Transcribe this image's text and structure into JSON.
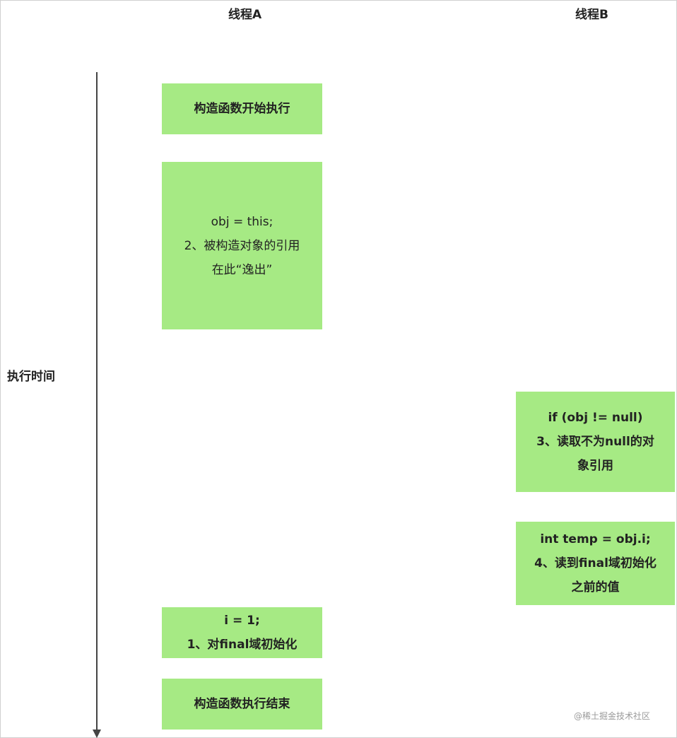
{
  "headers": {
    "thread_a": "线程A",
    "thread_b": "线程B"
  },
  "timeline": {
    "label": "执行时间"
  },
  "thread_a": {
    "ctor_start": "构造函数开始执行",
    "escape": {
      "line1": "obj = this;",
      "line2": "2、被构造对象的引用",
      "line3": "在此“逸出”"
    },
    "final_init": {
      "line1": "i = 1;",
      "line2": "1、对final域初始化"
    },
    "ctor_end": "构造函数执行结束"
  },
  "thread_b": {
    "read_obj": {
      "line1": "if (obj != null)",
      "line2": "3、读取不为null的对",
      "line3": "象引用"
    },
    "read_final": {
      "line1": "int temp = obj.i;",
      "line2": "4、读到final域初始化",
      "line3": "之前的值"
    }
  },
  "watermark": "@稀土掘金技术社区",
  "colors": {
    "box_fill": "#a6ea84",
    "axis": "#444444"
  }
}
